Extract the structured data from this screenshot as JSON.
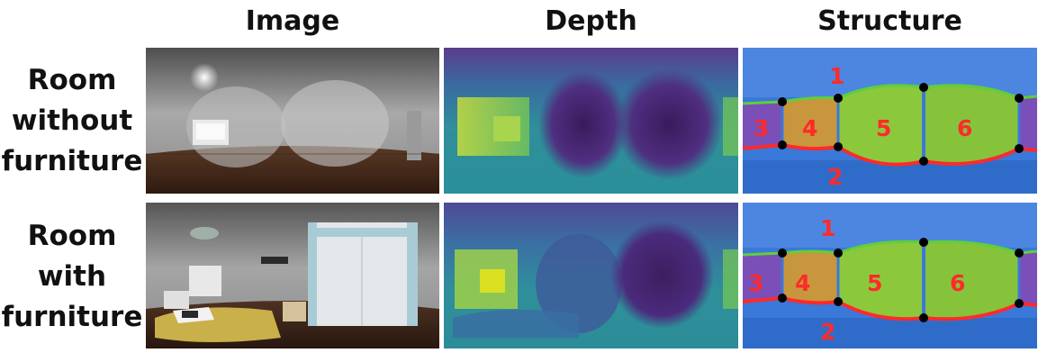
{
  "columns": [
    "Image",
    "Depth",
    "Structure"
  ],
  "rows": [
    {
      "label_lines": [
        "Room",
        "without",
        "furniture"
      ]
    },
    {
      "label_lines": [
        "Room",
        "with",
        "furniture"
      ]
    }
  ],
  "structure_labels": [
    "1",
    "2",
    "3",
    "4",
    "5",
    "6"
  ],
  "colors": {
    "ceiling_blue": "#3a78d9",
    "wall_green": "#8cc83c",
    "wall_orange": "#c8963c",
    "wall_purple": "#7a4fb8",
    "floor_line": "#ff2a2a",
    "ceiling_line": "#5fcf3a",
    "corner": "#000000",
    "label_red": "#ff2a2a",
    "depth_far": "#3f1f70",
    "depth_mid": "#2e7d8f",
    "depth_near": "#d9e021"
  }
}
